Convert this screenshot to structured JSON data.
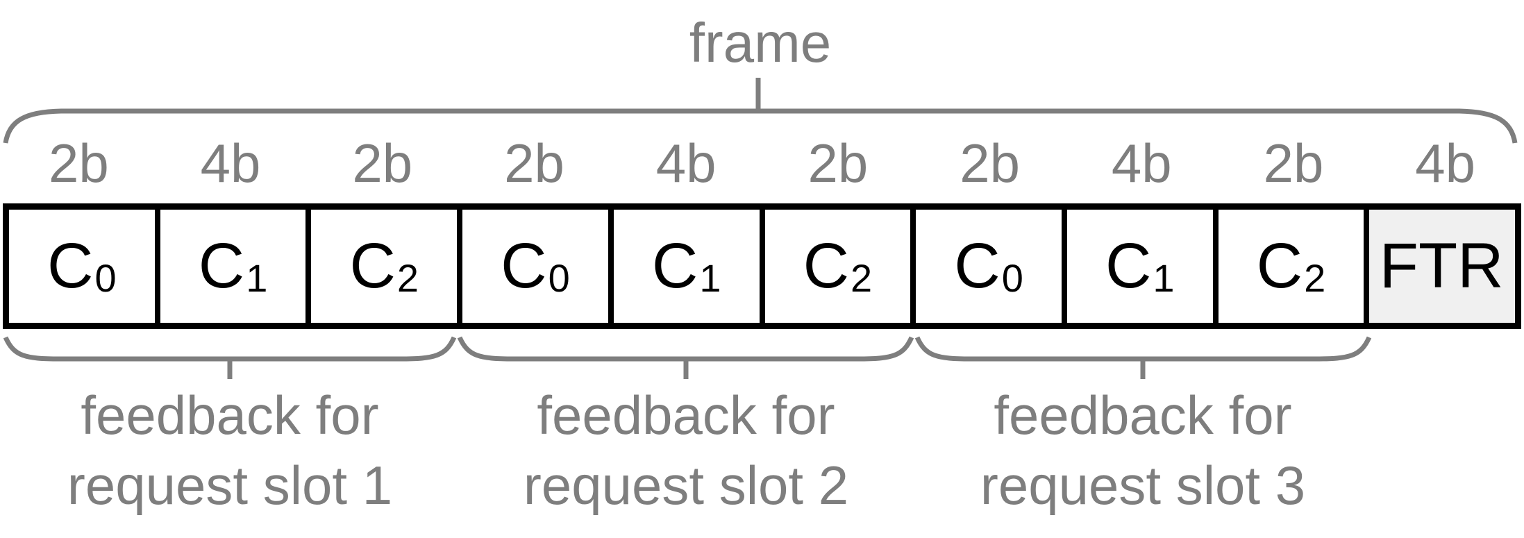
{
  "colors": {
    "gray": "#7e7e7e",
    "black": "#000000",
    "ftr_fill": "#f0f0f0",
    "background": "#ffffff"
  },
  "frame": {
    "label": "frame"
  },
  "bit_widths": [
    "2b",
    "4b",
    "2b",
    "2b",
    "4b",
    "2b",
    "2b",
    "4b",
    "2b",
    "4b"
  ],
  "slots": [
    {
      "base": "C",
      "sub": "0"
    },
    {
      "base": "C",
      "sub": "1"
    },
    {
      "base": "C",
      "sub": "2"
    },
    {
      "base": "C",
      "sub": "0"
    },
    {
      "base": "C",
      "sub": "1"
    },
    {
      "base": "C",
      "sub": "2"
    },
    {
      "base": "C",
      "sub": "0"
    },
    {
      "base": "C",
      "sub": "1"
    },
    {
      "base": "C",
      "sub": "2"
    },
    {
      "base": "FTR",
      "sub": ""
    }
  ],
  "feedback_groups": [
    {
      "line1": "feedback for",
      "line2": "request slot 1"
    },
    {
      "line1": "feedback for",
      "line2": "request slot 2"
    },
    {
      "line1": "feedback for",
      "line2": "request slot 3"
    }
  ]
}
